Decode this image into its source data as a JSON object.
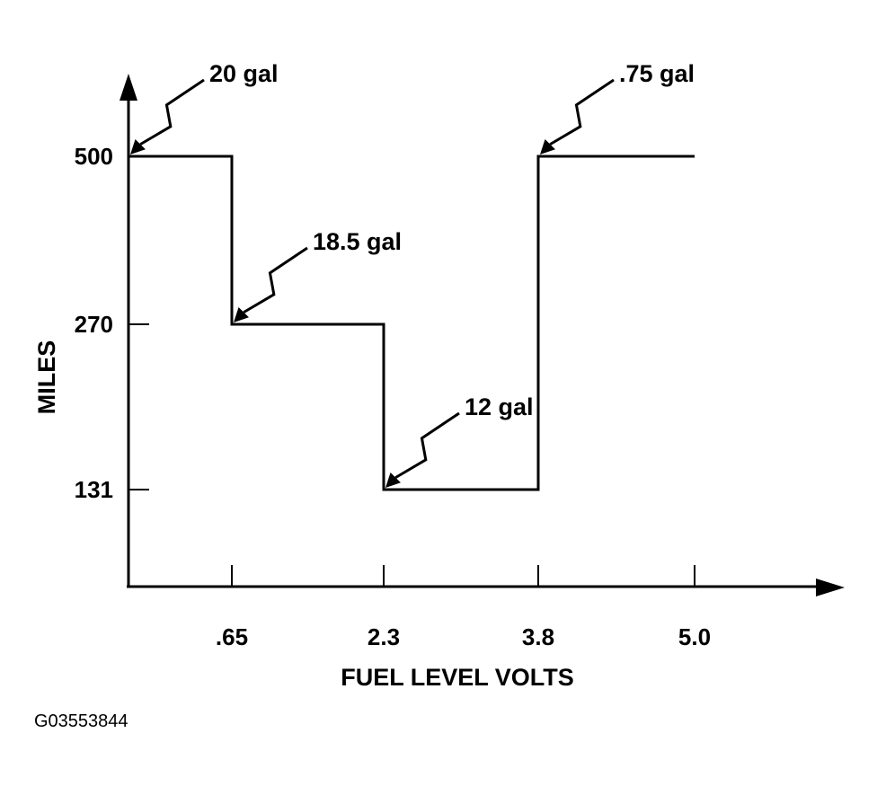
{
  "chart_data": {
    "type": "line",
    "step": true,
    "xlabel": "FUEL LEVEL VOLTS",
    "ylabel": "MILES",
    "x_ticks": [
      {
        "value": 0.65,
        "label": ".65"
      },
      {
        "value": 2.3,
        "label": "2.3"
      },
      {
        "value": 3.8,
        "label": "3.8"
      },
      {
        "value": 5.0,
        "label": "5.0"
      }
    ],
    "y_ticks": [
      {
        "value": 500,
        "label": "500"
      },
      {
        "value": 270,
        "label": "270"
      },
      {
        "value": 131,
        "label": "131"
      }
    ],
    "series": [
      {
        "points": [
          {
            "x": 0,
            "y": 500
          },
          {
            "x": 0.65,
            "y": 500
          },
          {
            "x": 0.65,
            "y": 270
          },
          {
            "x": 2.3,
            "y": 270
          },
          {
            "x": 2.3,
            "y": 131
          },
          {
            "x": 3.8,
            "y": 131
          },
          {
            "x": 3.8,
            "y": 500
          },
          {
            "x": 5.0,
            "y": 500
          }
        ]
      }
    ],
    "annotations": [
      {
        "text": "20 gal",
        "x": 0,
        "y": 500
      },
      {
        "text": "18.5 gal",
        "x": 0.65,
        "y": 270
      },
      {
        "text": "12 gal",
        "x": 2.3,
        "y": 131
      },
      {
        "text": ".75 gal",
        "x": 3.8,
        "y": 500
      }
    ],
    "grid": false,
    "legend": "none",
    "line_color": "#000000"
  },
  "figure_id": "G03553844"
}
